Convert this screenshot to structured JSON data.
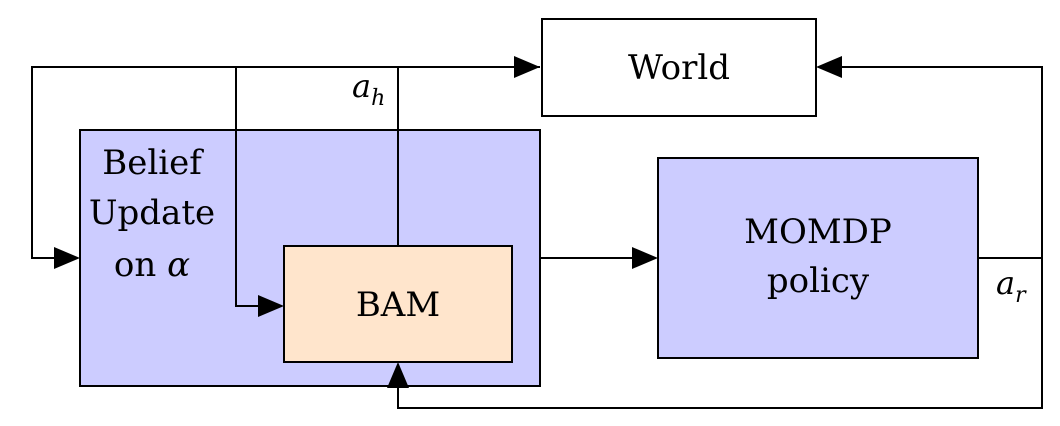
{
  "colors": {
    "belief_update_fill": "#ccccff",
    "momdp_fill": "#ccccff",
    "bam_fill": "#ffe5cc",
    "world_fill": "#ffffff",
    "line": "#000000"
  },
  "nodes": {
    "world": {
      "label": "World"
    },
    "belief_update": {
      "lines": [
        "Belief",
        "Update",
        "on "
      ],
      "alpha": "α"
    },
    "bam": {
      "label": "BAM"
    },
    "momdp": {
      "lines": [
        "MOMDP",
        "policy"
      ]
    }
  },
  "edge_labels": {
    "human_action": {
      "base": "a",
      "sub": "h"
    },
    "robot_action": {
      "base": "a",
      "sub": "r"
    }
  }
}
